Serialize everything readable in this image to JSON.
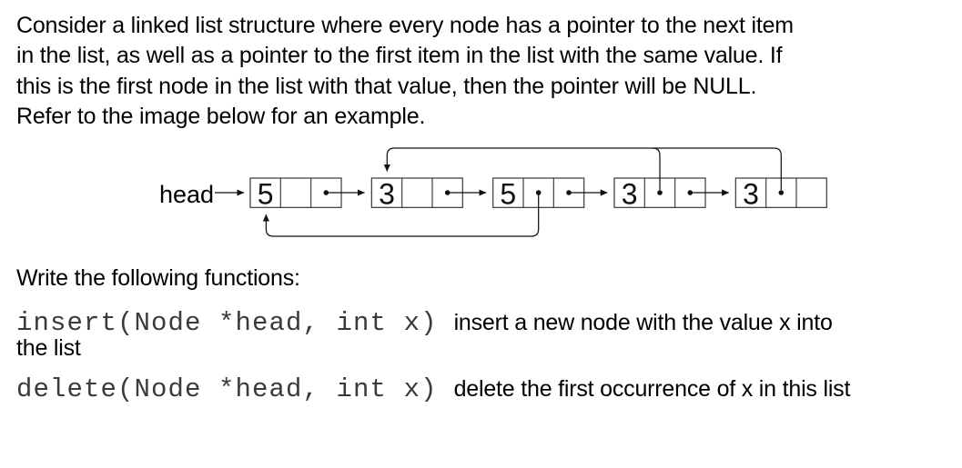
{
  "problem": {
    "statement_lines": [
      "Consider a linked list structure where every node has a pointer to the next item",
      "in the list, as well as a pointer to the first item in the list with the same value. If",
      "this is the first node in the list with that value, then the pointer will be NULL.",
      "Refer to the image below for an example."
    ],
    "functions_heading": "Write the following functions:",
    "functions": [
      {
        "signature": "insert(Node *head, int x)",
        "description_line1": "insert a new node with the value x into",
        "description_line2": "the list"
      },
      {
        "signature": "delete(Node *head, int x)",
        "description_line1": "delete the first occurrence of x in this list",
        "description_line2": ""
      }
    ]
  },
  "diagram": {
    "head_label": "head",
    "nodes": [
      {
        "value": "5",
        "same_value_pointer": "NULL",
        "next_pointer": "node 2"
      },
      {
        "value": "3",
        "same_value_pointer": "NULL",
        "next_pointer": "node 3"
      },
      {
        "value": "5",
        "same_value_pointer": "node 1",
        "next_pointer": "node 4"
      },
      {
        "value": "3",
        "same_value_pointer": "node 2",
        "next_pointer": "node 5"
      },
      {
        "value": "3",
        "same_value_pointer": "node 2",
        "next_pointer": "NULL"
      }
    ]
  },
  "colors": {
    "background": "#ffffff",
    "body_text": "#000000",
    "code_text": "#3a3a3a",
    "diagram_lines": "#111111"
  }
}
